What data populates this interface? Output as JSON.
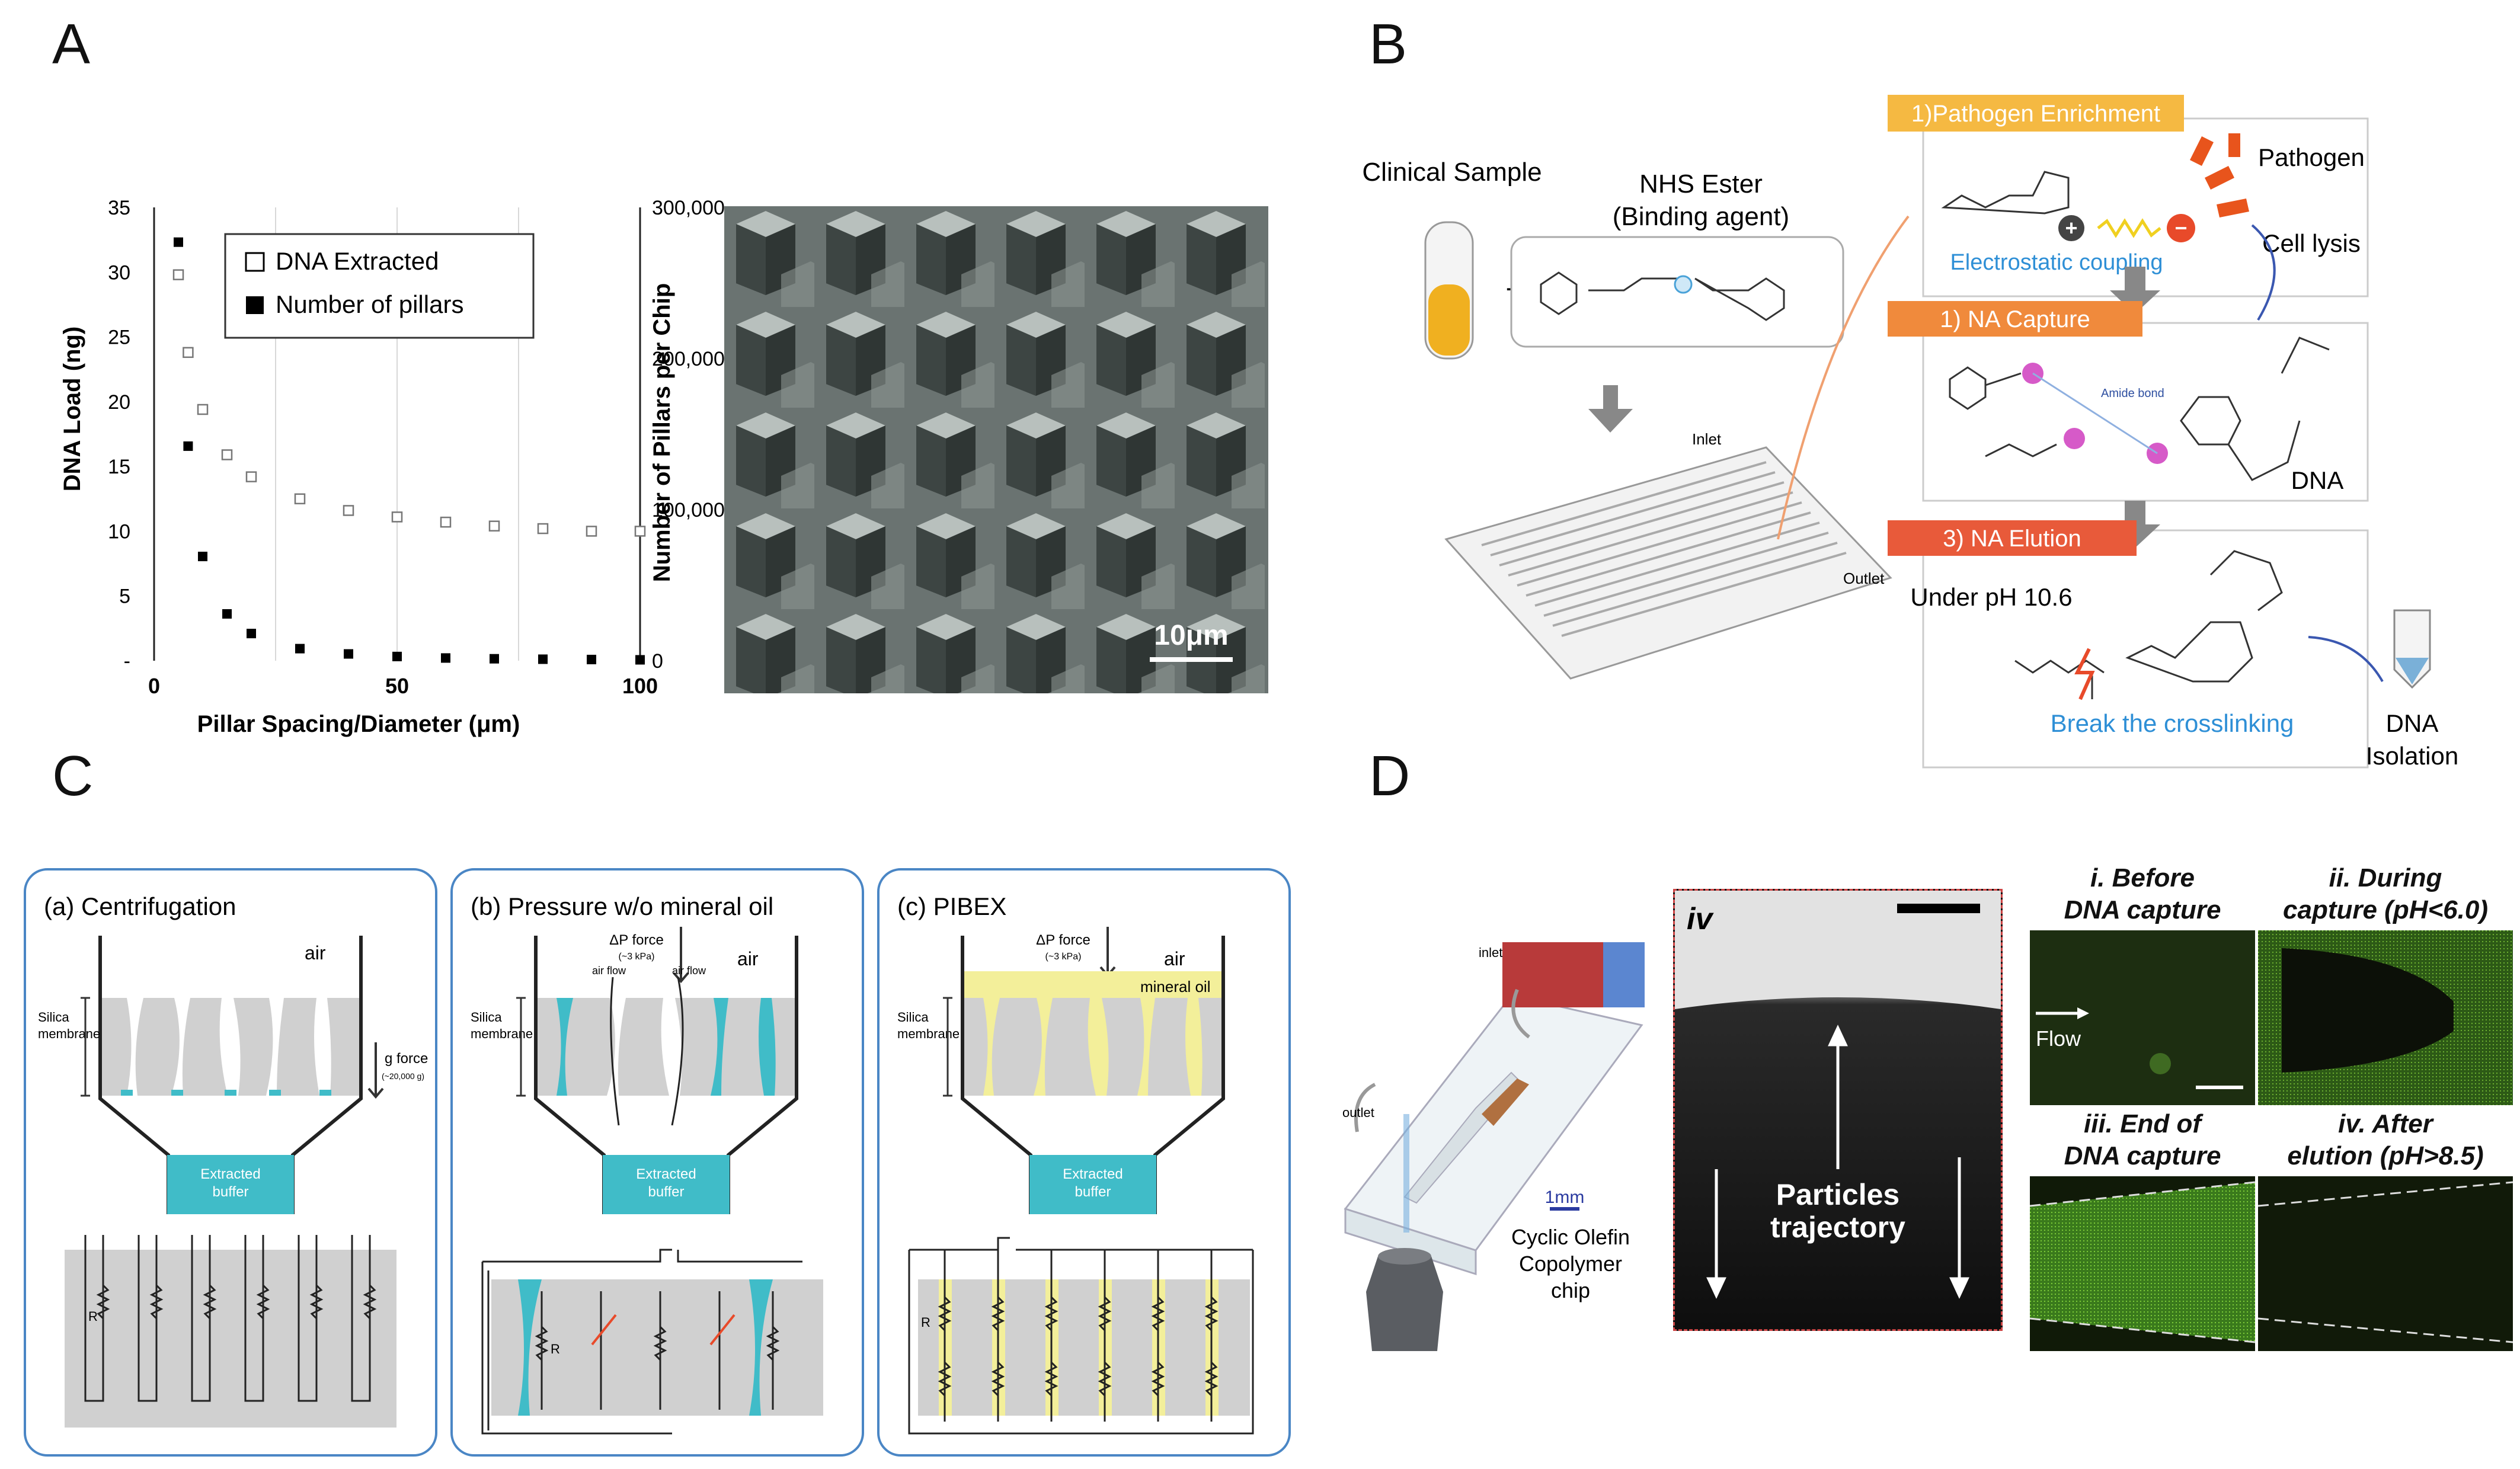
{
  "panels": {
    "A": {
      "label": "A",
      "chart_data": {
        "type": "scatter",
        "xlabel": "Pillar Spacing/Diameter (μm)",
        "ylabel_left": "DNA Load (ng)",
        "ylabel_right": "Number of Pillars per Chip",
        "x_ticks": [
          "0",
          "50",
          "100"
        ],
        "y_left_ticks": [
          "-",
          "5",
          "10",
          "15",
          "20",
          "25",
          "30",
          "35"
        ],
        "y_right_ticks": [
          "0",
          "100,000",
          "200,000",
          "300,000"
        ],
        "xlim": [
          0,
          100
        ],
        "ylim_left": [
          0,
          35
        ],
        "ylim_right": [
          0,
          300000
        ],
        "legend_position": "top",
        "series": [
          {
            "name": "DNA Extracted",
            "axis": "left",
            "marker": "open-square",
            "x": [
              5,
              7,
              10,
              15,
              20,
              30,
              40,
              50,
              60,
              70,
              80,
              90,
              100
            ],
            "y": [
              29.8,
              23.8,
              19.4,
              15.9,
              14.2,
              12.5,
              11.6,
              11.1,
              10.7,
              10.4,
              10.2,
              10.0,
              10.0
            ]
          },
          {
            "name": "Number of pillars",
            "axis": "right",
            "marker": "filled-square",
            "x": [
              5,
              7,
              10,
              15,
              20,
              30,
              40,
              50,
              60,
              70,
              80,
              90,
              100
            ],
            "y": [
              277000,
              142000,
              69000,
              31000,
              18000,
              8000,
              4500,
              2800,
              1800,
              1300,
              1000,
              800,
              600
            ]
          }
        ]
      },
      "sem_scale": "10μm"
    },
    "B": {
      "label": "B",
      "clinical_sample": "Clinical Sample",
      "nhs_ester": "NHS Ester",
      "binding_agent": "(Binding agent)",
      "plus": "+",
      "inlet": "Inlet",
      "outlet": "Outlet",
      "step1": "1)Pathogen Enrichment",
      "pathogen": "Pathogen",
      "cell_lysis": "Cell lysis",
      "electrostatic": "Electrostatic coupling",
      "step2": "1) NA Capture",
      "amide_bond": "Amide bond",
      "dna": "DNA",
      "step3": "3) NA Elution",
      "under_ph": "Under pH 10.6",
      "break": "Break the crosslinking",
      "dna_isolation_1": "DNA",
      "dna_isolation_2": "Isolation",
      "colors": {
        "step1": "#f5b942",
        "step2": "#f08a3c",
        "step3": "#e85a3a",
        "blue_text": "#2e8fd6"
      }
    },
    "C": {
      "label": "C",
      "sub_a": {
        "title": "(a) Centrifugation",
        "air": "air",
        "silica_1": "Silica",
        "silica_2": "membrane",
        "gforce_1": "g force",
        "gforce_2": "(~20,000 g)",
        "extracted_1": "Extracted",
        "extracted_2": "buffer"
      },
      "sub_b": {
        "title": "(b) Pressure w/o mineral oil",
        "dp_1": "ΔP force",
        "dp_2": "(~3 kPa)",
        "air": "air",
        "airflow_1": "air flow",
        "airflow_2": "air flow",
        "silica_1": "Silica",
        "silica_2": "membrane",
        "extracted_1": "Extracted",
        "extracted_2": "buffer"
      },
      "sub_c": {
        "title": "(c) PIBEX",
        "dp_1": "ΔP force",
        "dp_2": "(~3 kPa)",
        "air": "air",
        "mineral_oil": "mineral oil",
        "silica_1": "Silica",
        "silica_2": "membrane",
        "extracted_1": "Extracted",
        "extracted_2": "buffer"
      },
      "resistor": "R",
      "colors": {
        "frame": "#4a86c5",
        "buffer": "#40bcc8",
        "oil": "#f3ef9a",
        "membrane": "#cfcfcf"
      }
    },
    "D": {
      "label": "D",
      "inlet": "inlet",
      "outlet": "outlet",
      "scale": "1mm",
      "chip_1": "Cyclic Olefin",
      "chip_2": "Copolymer",
      "chip_3": "chip",
      "iv_tag": "iv",
      "particles_1": "Particles",
      "particles_2": "trajectory",
      "img_i_1": "i. Before",
      "img_i_2": "DNA capture",
      "img_ii_1": "ii. During",
      "img_ii_2": "capture (pH<6.0)",
      "img_iii_1": "iii. End of",
      "img_iii_2": "DNA capture",
      "img_iv_1": "iv. After",
      "img_iv_2": "elution (pH>8.5)",
      "flow": "Flow"
    }
  }
}
